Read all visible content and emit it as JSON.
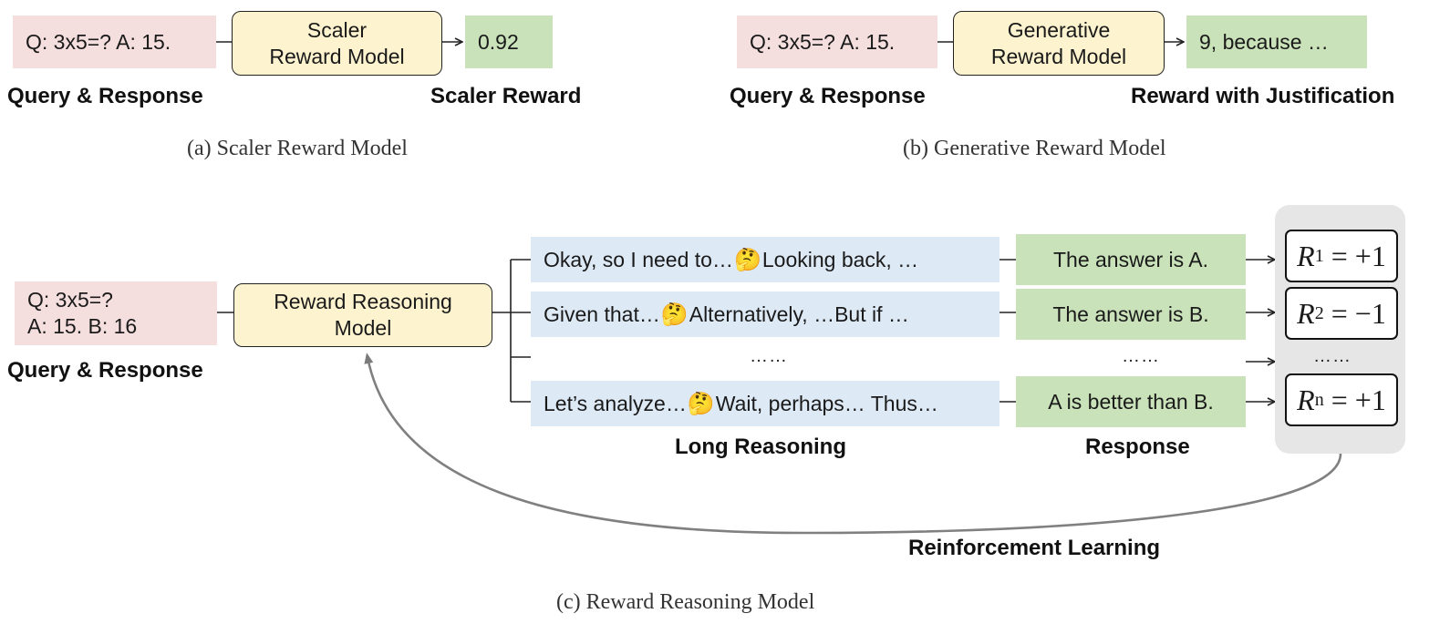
{
  "panel_a": {
    "query": "Q: 3x5=? A: 15.",
    "model_line1": "Scaler",
    "model_line2": "Reward Model",
    "output": "0.92",
    "label_input": "Query & Response",
    "label_output": "Scaler Reward",
    "caption": "(a) Scaler Reward Model"
  },
  "panel_b": {
    "query": "Q: 3x5=? A: 15.",
    "model_line1": "Generative",
    "model_line2": "Reward Model",
    "output": "9, because …",
    "label_input": "Query & Response",
    "label_output": "Reward with Justification",
    "caption": "(b) Generative Reward Model"
  },
  "panel_c": {
    "query_line1": "Q: 3x5=?",
    "query_line2": "A: 15. B: 16",
    "model_line1": "Reward Reasoning",
    "model_line2": "Model",
    "label_input": "Query & Response",
    "reasoning": [
      {
        "before": "Okay, so I need to…",
        "after": "Looking back, …"
      },
      {
        "before": "Given that…",
        "after": "Alternatively, …But if …"
      },
      {
        "before": "Let’s analyze…",
        "after": " Wait, perhaps… Thus…"
      }
    ],
    "responses": [
      "The answer is A.",
      "The answer is B.",
      "A is better than B."
    ],
    "scores": [
      {
        "sub": "1",
        "value": "= +1"
      },
      {
        "sub": "2",
        "value": "= −1"
      },
      {
        "sub": "n",
        "value": "= +1"
      }
    ],
    "ellipsis": "……",
    "label_reasoning": "Long Reasoning",
    "label_response": "Response",
    "label_rl": "Reinforcement Learning",
    "caption": "(c) Reward Reasoning Model"
  },
  "icons": {
    "thinking_face": "🤔"
  }
}
